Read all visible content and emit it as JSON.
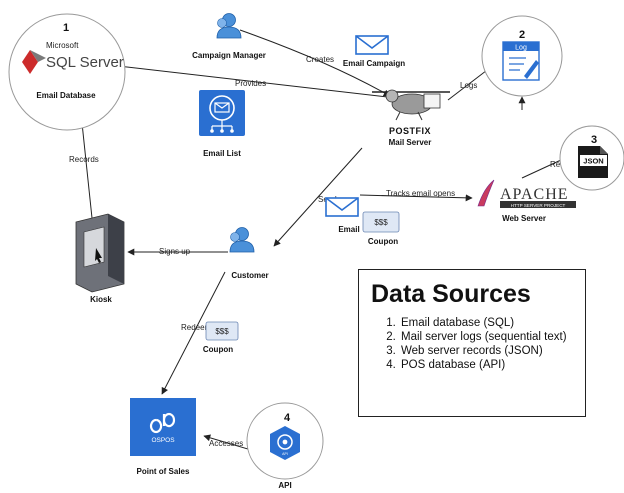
{
  "nodes": {
    "email_db": {
      "number": "1",
      "logo_text": "SQL Server",
      "logo_small": "Microsoft",
      "label": "Email Database"
    },
    "campaign_manager": {
      "label": "Campaign Manager"
    },
    "email_campaign": {
      "label": "Email Campaign"
    },
    "email_list": {
      "label": "Email List"
    },
    "mail_server": {
      "brand": "POSTFIX",
      "label": "Mail Server"
    },
    "log": {
      "number": "2",
      "header": "Log"
    },
    "json": {
      "number": "3",
      "badge": "JSON"
    },
    "web_server": {
      "brand": "APACHE",
      "subtitle": "HTTP SERVER PROJECT",
      "label": "Web Server"
    },
    "email_coupon": {
      "email_label": "Email",
      "coupon_price": "$$$",
      "coupon_label": "Coupon"
    },
    "customer": {
      "label": "Customer"
    },
    "kiosk": {
      "label": "Kiosk"
    },
    "coupon2": {
      "price": "$$$",
      "label": "Coupon"
    },
    "pos": {
      "logo_text": "OSPOS",
      "label": "Point of Sales"
    },
    "api": {
      "number": "4",
      "inner": "API",
      "label": "API"
    }
  },
  "edges": {
    "provides": "Provides",
    "creates": "Creates",
    "logs": "Logs",
    "records_json": "Records",
    "sends": "Sends",
    "tracks": "Tracks email opens",
    "signs_up": "Signs up",
    "records_db": "Records",
    "redeems": "Redeems",
    "accesses": "Accesses"
  },
  "legend": {
    "title": "Data Sources",
    "items": [
      "Email database (SQL)",
      "Mail server logs (sequential text)",
      "Web server records (JSON)",
      "POS database (API)"
    ]
  },
  "colors": {
    "azure_blue": "#2a6fd1",
    "user_blue": "#4a90d9",
    "coupon_fill": "#dfe8f5"
  }
}
